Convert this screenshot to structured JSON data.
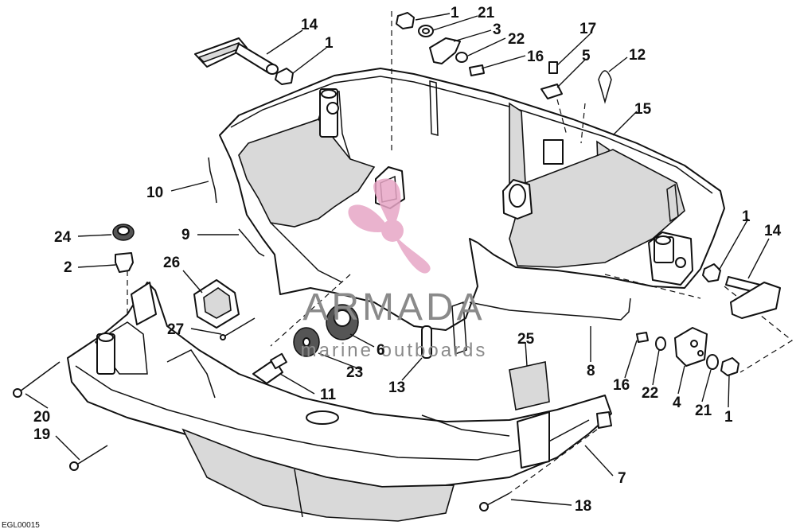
{
  "diagram": {
    "callouts": [
      {
        "id": "c14a",
        "label": "14"
      },
      {
        "id": "c1a",
        "label": "1"
      },
      {
        "id": "c1b",
        "label": "1"
      },
      {
        "id": "c21a",
        "label": "21"
      },
      {
        "id": "c3",
        "label": "3"
      },
      {
        "id": "c22a",
        "label": "22"
      },
      {
        "id": "c16a",
        "label": "16"
      },
      {
        "id": "c17",
        "label": "17"
      },
      {
        "id": "c5",
        "label": "5"
      },
      {
        "id": "c12",
        "label": "12"
      },
      {
        "id": "c15",
        "label": "15"
      },
      {
        "id": "c10",
        "label": "10"
      },
      {
        "id": "c24",
        "label": "24"
      },
      {
        "id": "c9",
        "label": "9"
      },
      {
        "id": "c2",
        "label": "2"
      },
      {
        "id": "c26",
        "label": "26"
      },
      {
        "id": "c27",
        "label": "27"
      },
      {
        "id": "c6",
        "label": "6"
      },
      {
        "id": "c23",
        "label": "23"
      },
      {
        "id": "c11",
        "label": "11"
      },
      {
        "id": "c13",
        "label": "13"
      },
      {
        "id": "c25",
        "label": "25"
      },
      {
        "id": "c8",
        "label": "8"
      },
      {
        "id": "c16b",
        "label": "16"
      },
      {
        "id": "c22b",
        "label": "22"
      },
      {
        "id": "c4",
        "label": "4"
      },
      {
        "id": "c21b",
        "label": "21"
      },
      {
        "id": "c1c",
        "label": "1"
      },
      {
        "id": "c1d",
        "label": "1"
      },
      {
        "id": "c14b",
        "label": "14"
      },
      {
        "id": "c20",
        "label": "20"
      },
      {
        "id": "c19",
        "label": "19"
      },
      {
        "id": "c7",
        "label": "7"
      },
      {
        "id": "c18",
        "label": "18"
      }
    ],
    "corner_code": "EGL00015"
  },
  "watermark": {
    "brand": "ARMADA",
    "tagline": "marine outboards",
    "logo_color": "#e7a6c6",
    "text_color": "#8a8a8a"
  },
  "colors": {
    "line": "#111111",
    "background": "#ffffff"
  }
}
